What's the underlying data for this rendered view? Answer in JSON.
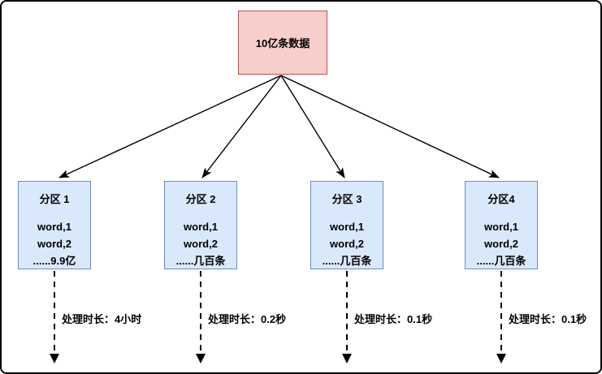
{
  "diagram": {
    "root": {
      "label": "10亿条数据"
    },
    "partitions": [
      {
        "title": "分区 1",
        "lines": [
          "word,1",
          "word,2",
          "......9.9亿"
        ],
        "duration_label": "处理时长：4小时"
      },
      {
        "title": "分区 2",
        "lines": [
          "word,1",
          "word,2",
          "......几百条"
        ],
        "duration_label": "处理时长：0.2秒"
      },
      {
        "title": "分区 3",
        "lines": [
          "word,1",
          "word,2",
          "......几百条"
        ],
        "duration_label": "处理时长：0.1秒"
      },
      {
        "title": "分区4",
        "lines": [
          "word,1",
          "word,2",
          "......几百条"
        ],
        "duration_label": "处理时长：0.1秒"
      }
    ],
    "colors": {
      "root_fill": "#F8CECC",
      "root_border": "#B85450",
      "partition_fill": "#DAE8FC",
      "partition_border": "#6C8EBF",
      "arrow": "#000000"
    }
  }
}
